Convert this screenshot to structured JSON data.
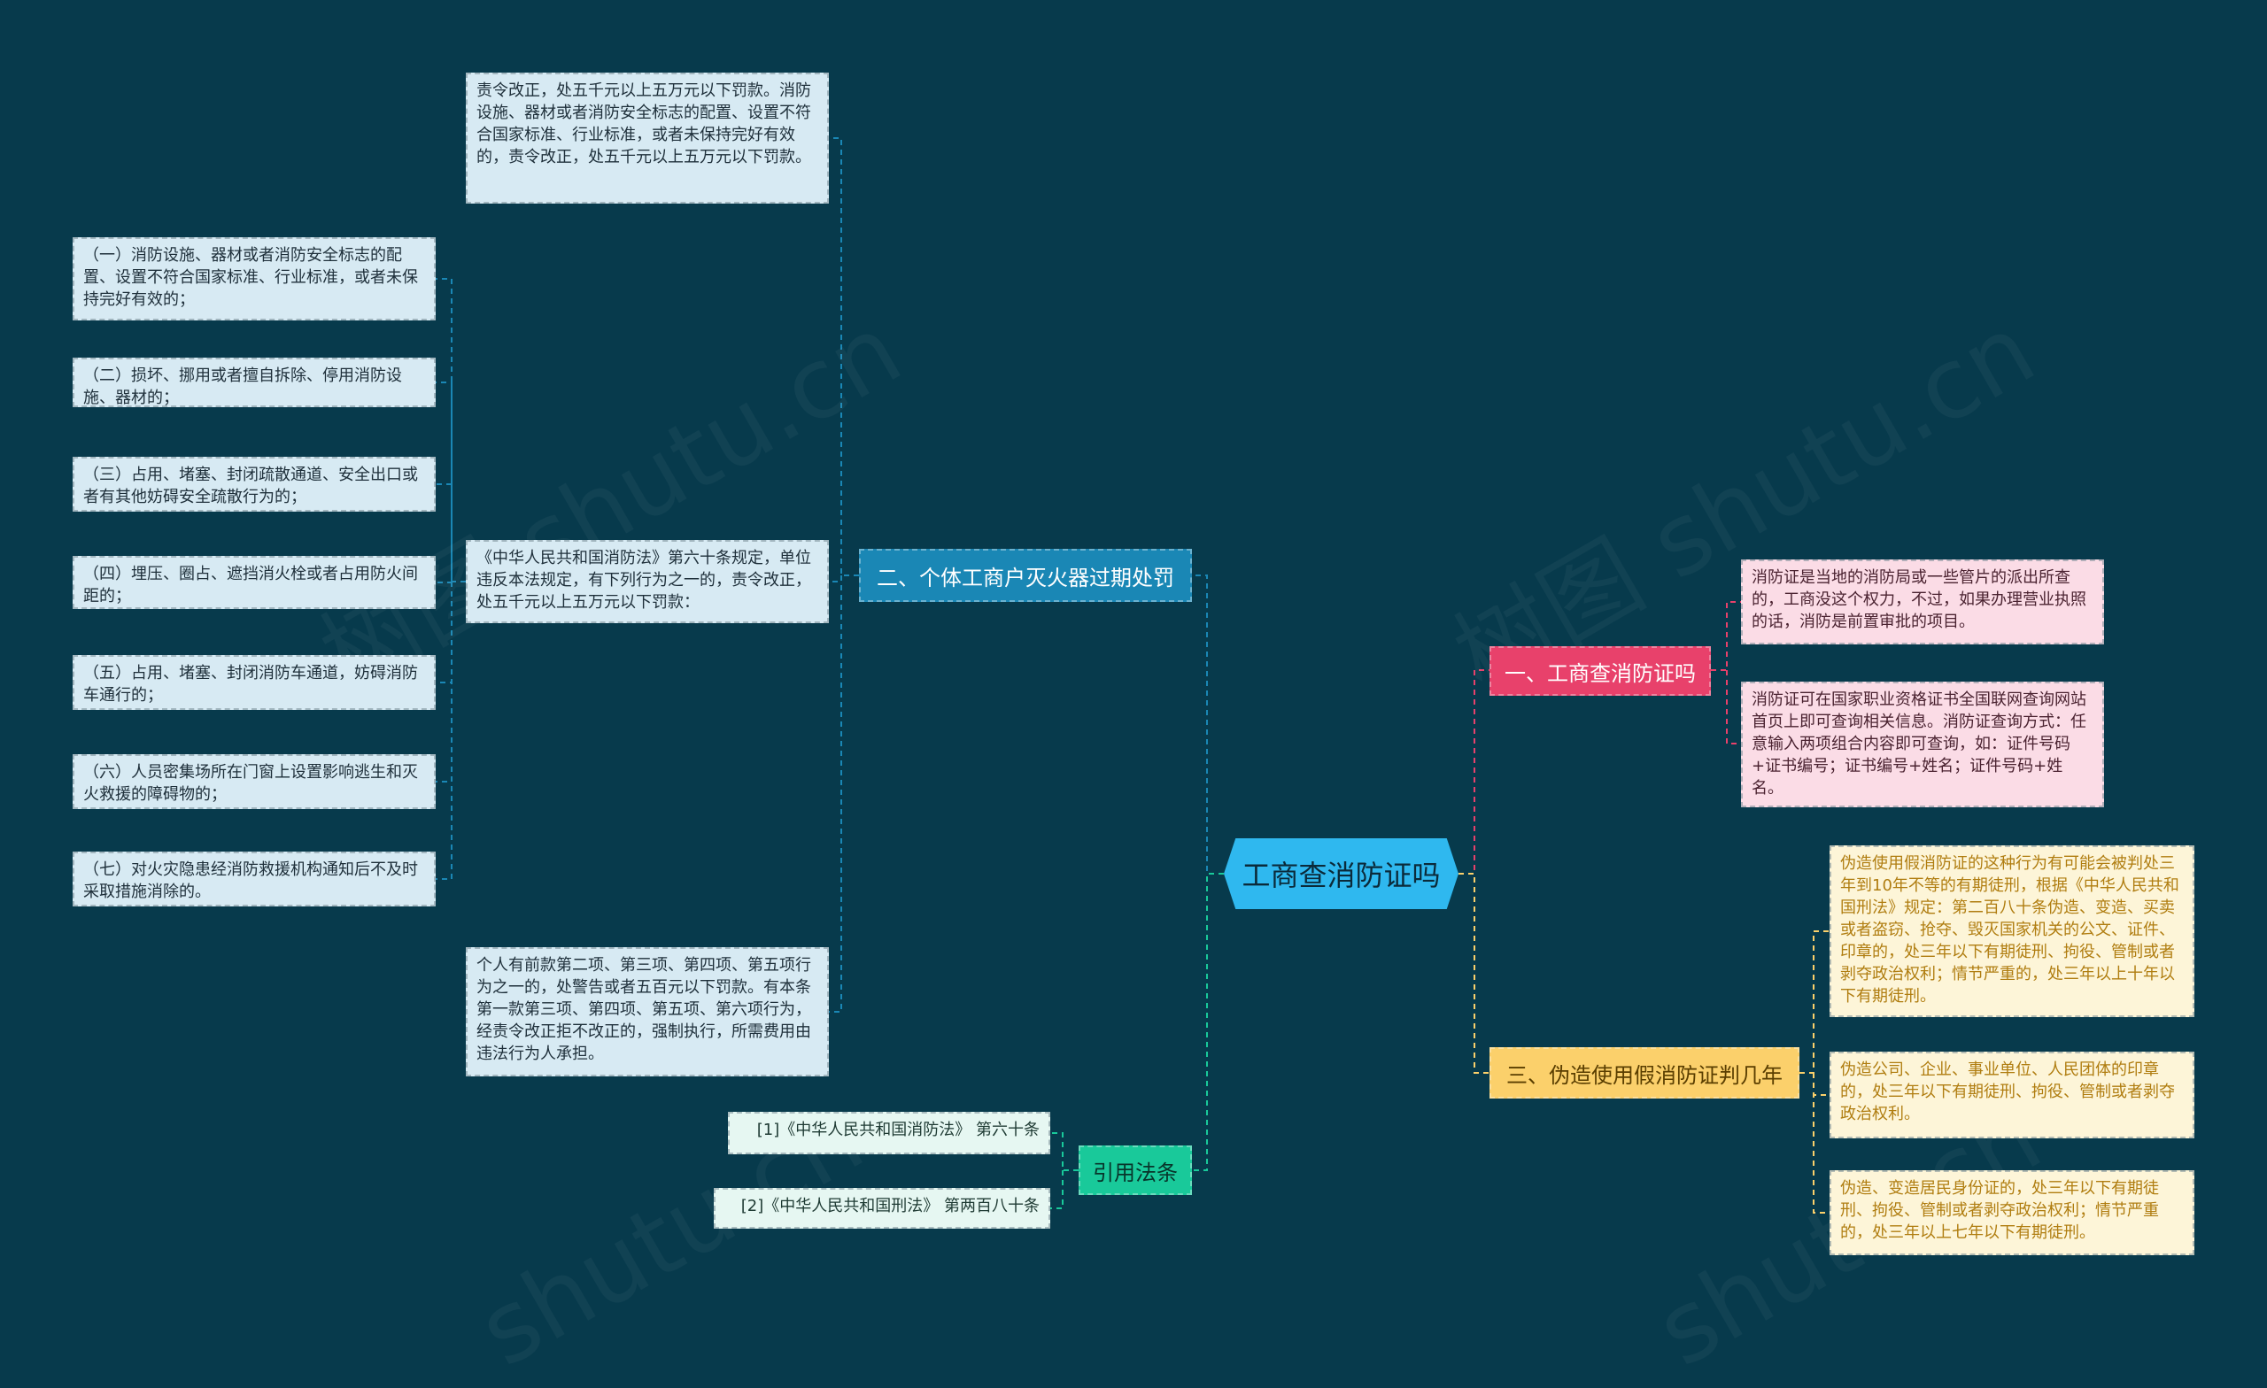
{
  "root": {
    "label": "工商查消防证吗"
  },
  "branches": {
    "b1": {
      "label": "一、工商查消防证吗",
      "color": "#e8416b"
    },
    "b2": {
      "label": "二、个体工商户灭火器过期处罚",
      "color": "#1a87b5"
    },
    "b3": {
      "label": "三、伪造使用假消防证判几年",
      "color": "#fbd06b"
    },
    "b4": {
      "label": "引用法条",
      "color": "#19c99a"
    }
  },
  "b1_children": [
    "消防证是当地的消防局或一些管片的派出所查的，工商没这个权力，不过，如果办理营业执照的话，消防是前置审批的项目。",
    "消防证可在国家职业资格证书全国联网查询网站首页上即可查询相关信息。消防证查询方式：任意输入两项组合内容即可查询，如：证件号码+证书编号；证书编号+姓名；证件号码+姓名。"
  ],
  "b2_children": [
    "责令改正，处五千元以上五万元以下罚款。消防设施、器材或者消防安全标志的配置、设置不符合国家标准、行业标准，或者未保持完好有效的，责令改正，处五千元以上五万元以下罚款。",
    "《中华人民共和国消防法》第六十条规定，单位违反本法规定，有下列行为之一的，责令改正，处五千元以上五万元以下罚款：",
    "个人有前款第二项、第三项、第四项、第五项行为之一的，处警告或者五百元以下罚款。有本条第一款第三项、第四项、第五项、第六项行为，经责令改正拒不改正的，强制执行，所需费用由违法行为人承担。"
  ],
  "b2_sub": [
    "（一）消防设施、器材或者消防安全标志的配置、设置不符合国家标准、行业标准，或者未保持完好有效的；",
    "（二）损坏、挪用或者擅自拆除、停用消防设施、器材的；",
    "（三）占用、堵塞、封闭疏散通道、安全出口或者有其他妨碍安全疏散行为的；",
    "（四）埋压、圈占、遮挡消火栓或者占用防火间距的；",
    "（五）占用、堵塞、封闭消防车通道，妨碍消防车通行的；",
    "（六）人员密集场所在门窗上设置影响逃生和灭火救援的障碍物的；",
    "（七）对火灾隐患经消防救援机构通知后不及时采取措施消除的。"
  ],
  "b3_children": [
    "伪造使用假消防证的这种行为有可能会被判处三年到10年不等的有期徒刑，根据《中华人民共和国刑法》规定：第二百八十条伪造、变造、买卖或者盗窃、抢夺、毁灭国家机关的公文、证件、印章的，处三年以下有期徒刑、拘役、管制或者剥夺政治权利；情节严重的，处三年以上十年以下有期徒刑。",
    "伪造公司、企业、事业单位、人民团体的印章的，处三年以下有期徒刑、拘役、管制或者剥夺政治权利。",
    "伪造、变造居民身份证的，处三年以下有期徒刑、拘役、管制或者剥夺政治权利；情节严重的，处三年以上七年以下有期徒刑。"
  ],
  "b4_children": [
    "[1]《中华人民共和国消防法》 第六十条",
    "[2]《中华人民共和国刑法》 第两百八十条"
  ]
}
